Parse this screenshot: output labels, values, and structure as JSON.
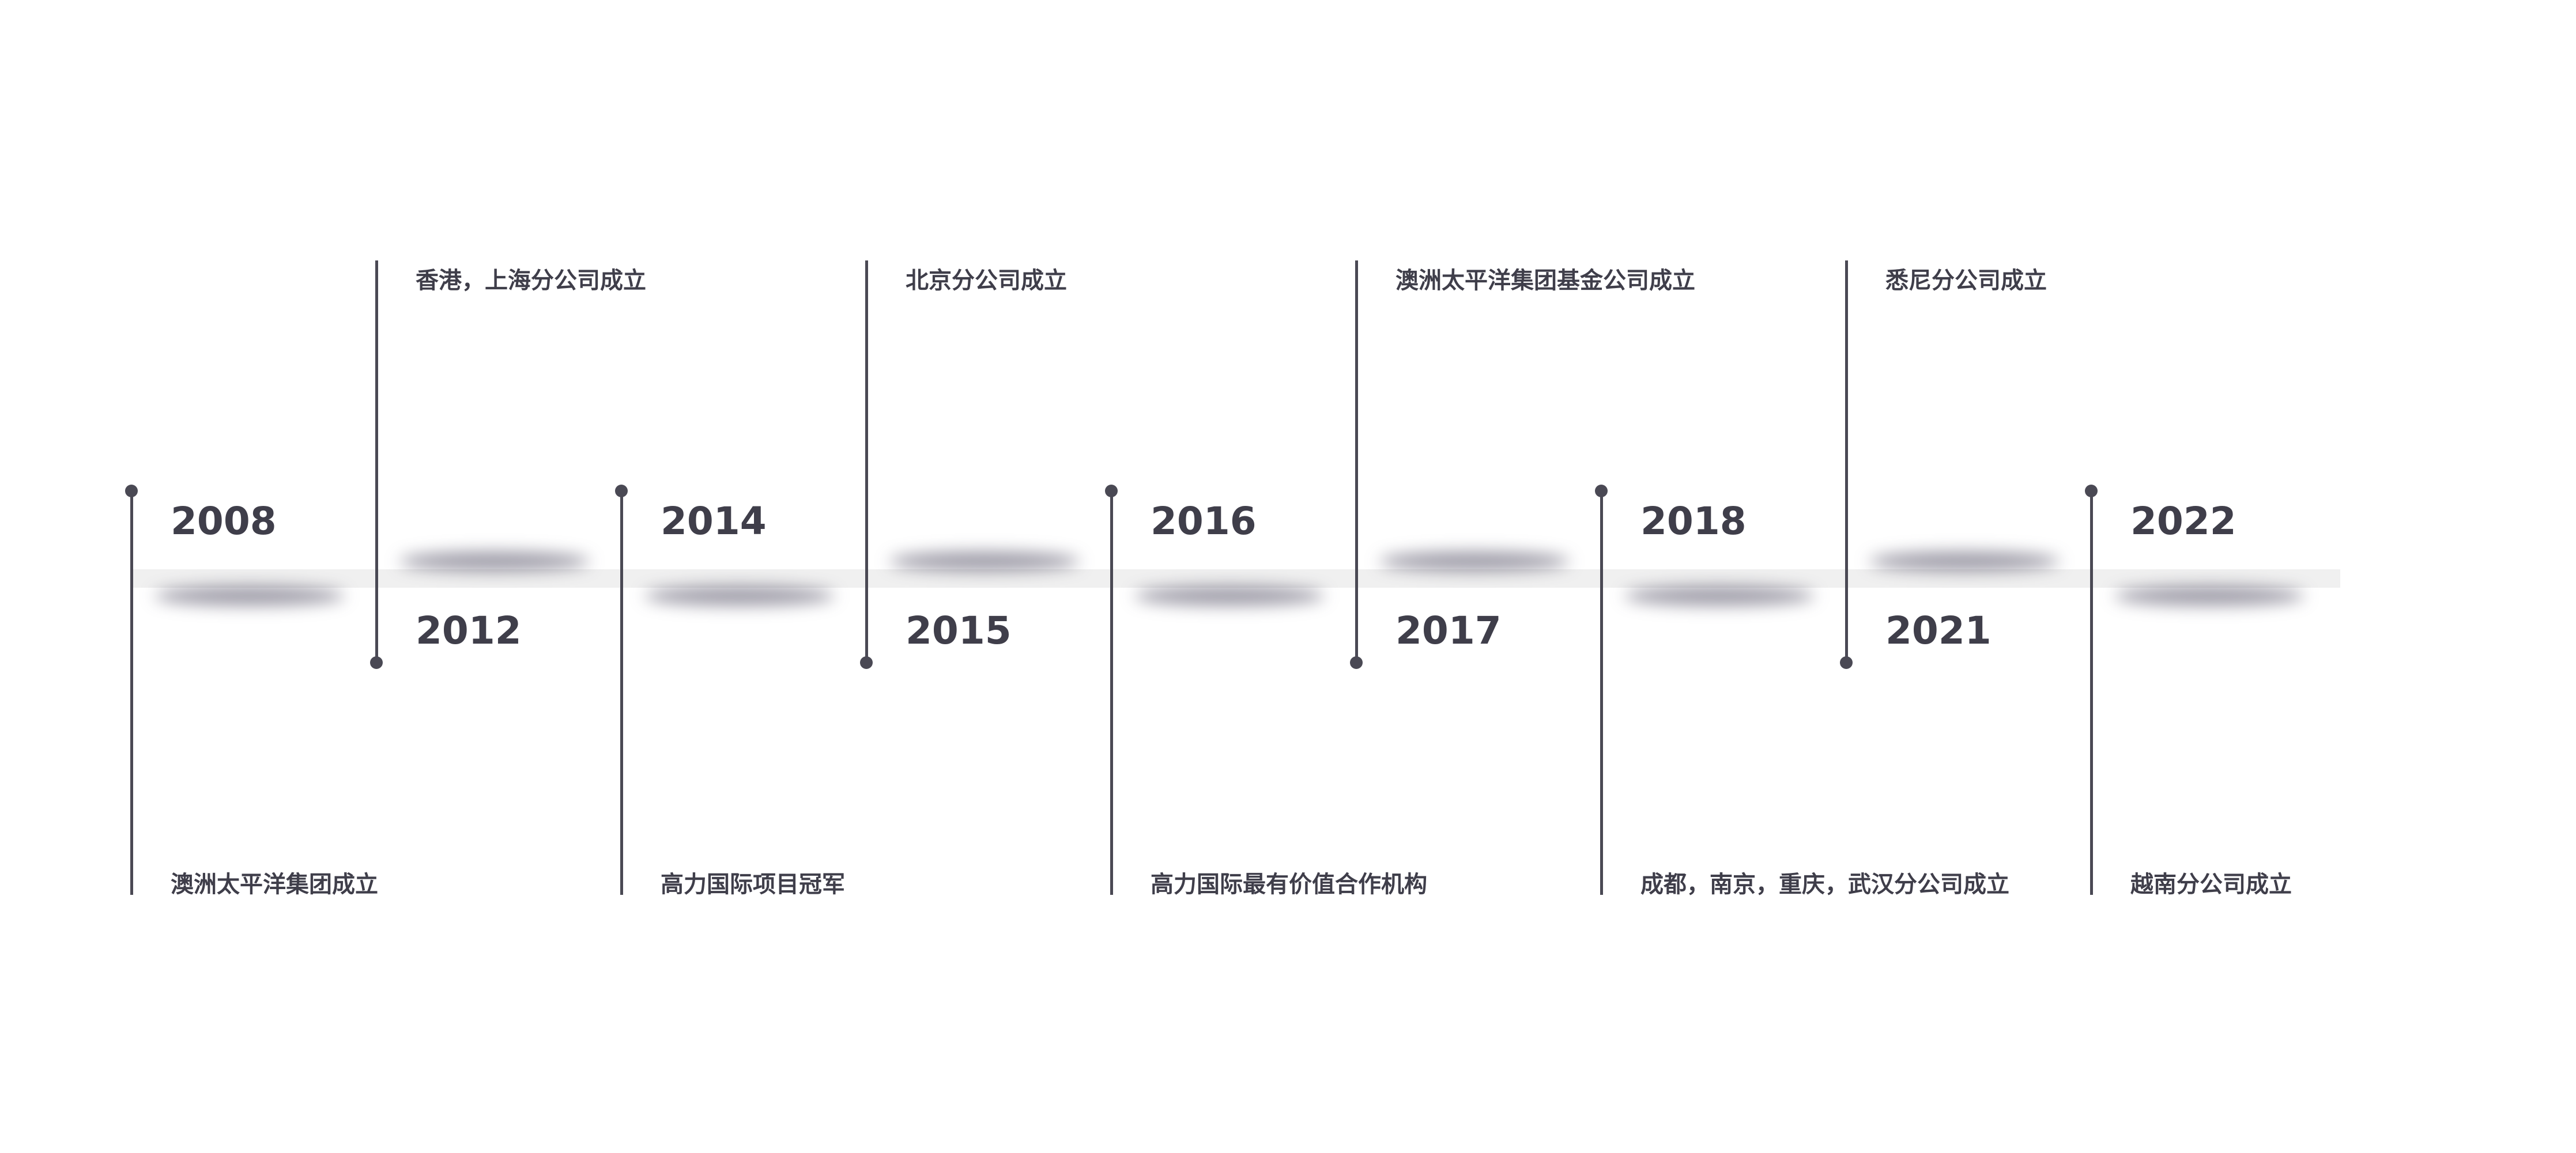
{
  "milestones": [
    {
      "year": "2008",
      "event": "澳洲太平洋集团成立",
      "side": "top"
    },
    {
      "year": "2012",
      "event": "香港，上海分公司成立",
      "side": "bottom"
    },
    {
      "year": "2014",
      "event": "高力国际项目冠军",
      "side": "top"
    },
    {
      "year": "2015",
      "event": "北京分公司成立",
      "side": "bottom"
    },
    {
      "year": "2016",
      "event": "高力国际最有价值合作机构",
      "side": "top"
    },
    {
      "year": "2017",
      "event": "澳洲太平洋集团基金公司成立",
      "side": "bottom"
    },
    {
      "year": "2018",
      "event": "成都，南京，重庆，武汉分公司成立",
      "side": "top"
    },
    {
      "year": "2021",
      "event": "悉尼分公司成立",
      "side": "bottom"
    },
    {
      "year": "2022",
      "event": "越南分公司成立",
      "side": "top"
    }
  ],
  "colors": {
    "line": "#4a4954",
    "text": "#3f3e4a",
    "band": "#f0f0f0"
  }
}
